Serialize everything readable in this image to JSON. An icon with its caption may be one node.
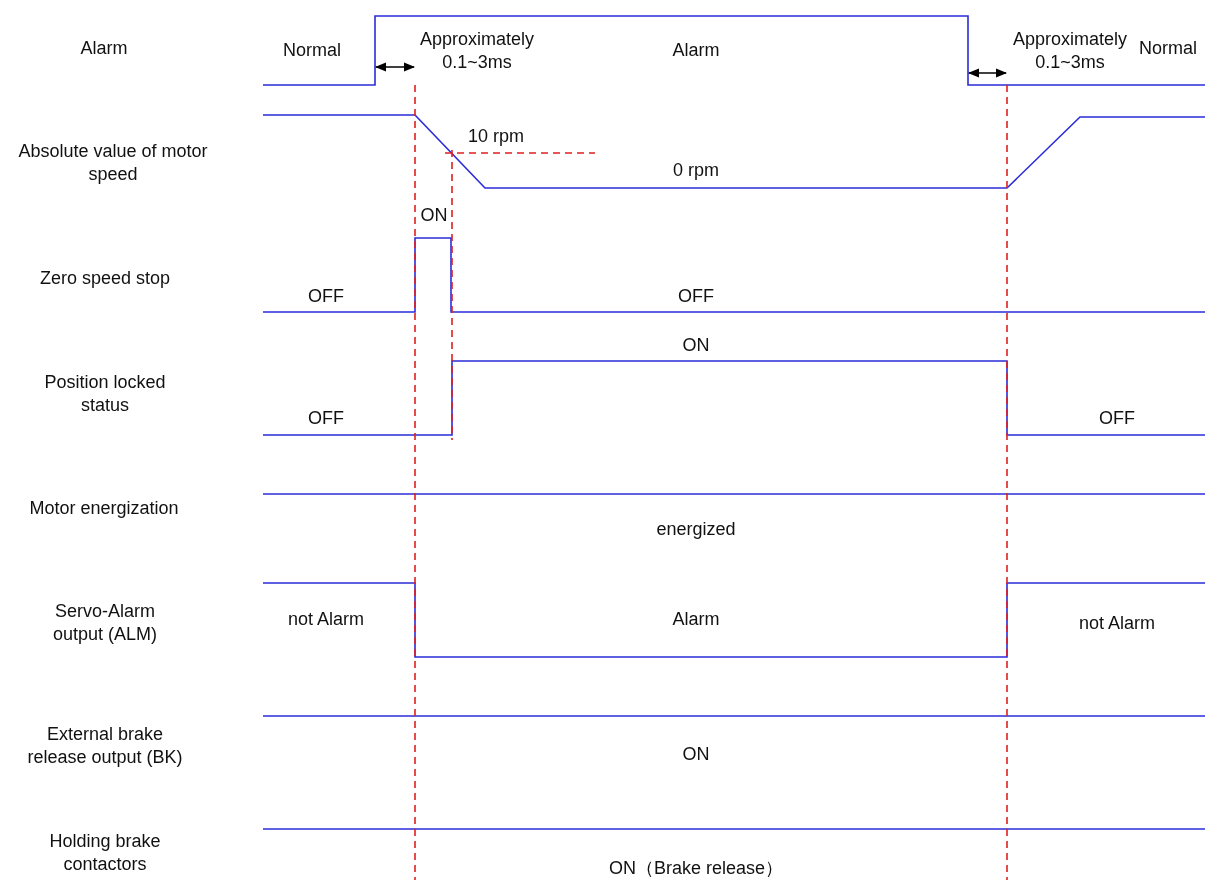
{
  "diagram": {
    "labels": [
      "Alarm",
      "Normal",
      "Approximately 0.1~3ms",
      "Alarm",
      "Approximately 0.1~3ms",
      "Normal",
      "Absolute value of motor speed",
      "10 rpm",
      "0 rpm",
      "ON",
      "Zero speed stop",
      "OFF",
      "OFF",
      "ON",
      "Position locked status",
      "OFF",
      "OFF",
      "Motor energization",
      "energized",
      "Servo-Alarm output (ALM)",
      "not Alarm",
      "Alarm",
      "not Alarm",
      "External brake release output (BK)",
      "ON",
      "Holding brake contactors",
      "ON（Brake release）"
    ]
  }
}
